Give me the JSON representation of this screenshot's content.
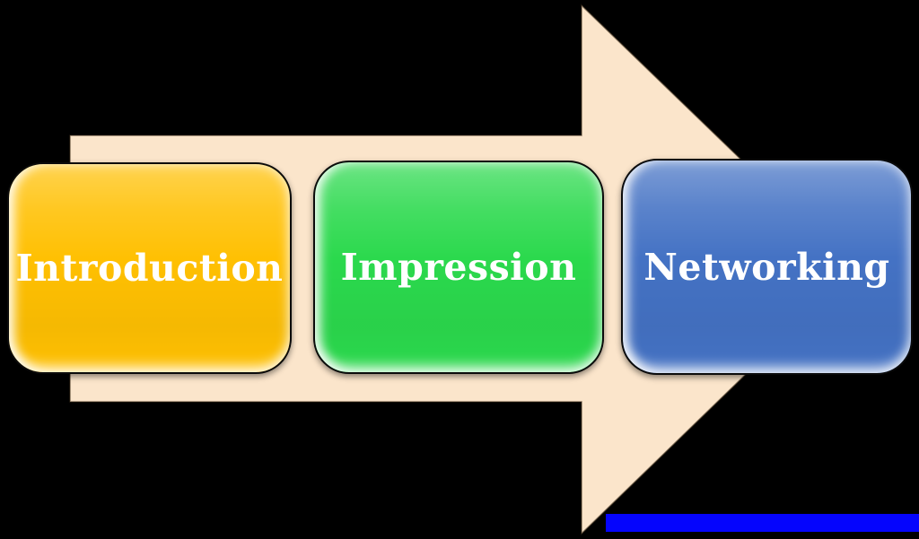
{
  "diagram": {
    "background_color": "#000000",
    "arrow": {
      "description": "right-pointing process arrow",
      "fill_color": "#FBE5CB",
      "outline_color": "#3A2C1A"
    },
    "steps": [
      {
        "label": "Introduction",
        "color": "#FFC002",
        "text_color": "#FFFFFF"
      },
      {
        "label": "Impression",
        "color": "#2BD94D",
        "text_color": "#FFFFFF"
      },
      {
        "label": "Networking",
        "color": "#4472C4",
        "text_color": "#FFFFFF"
      }
    ],
    "bottom_bar": {
      "color": "#0505FD"
    }
  }
}
